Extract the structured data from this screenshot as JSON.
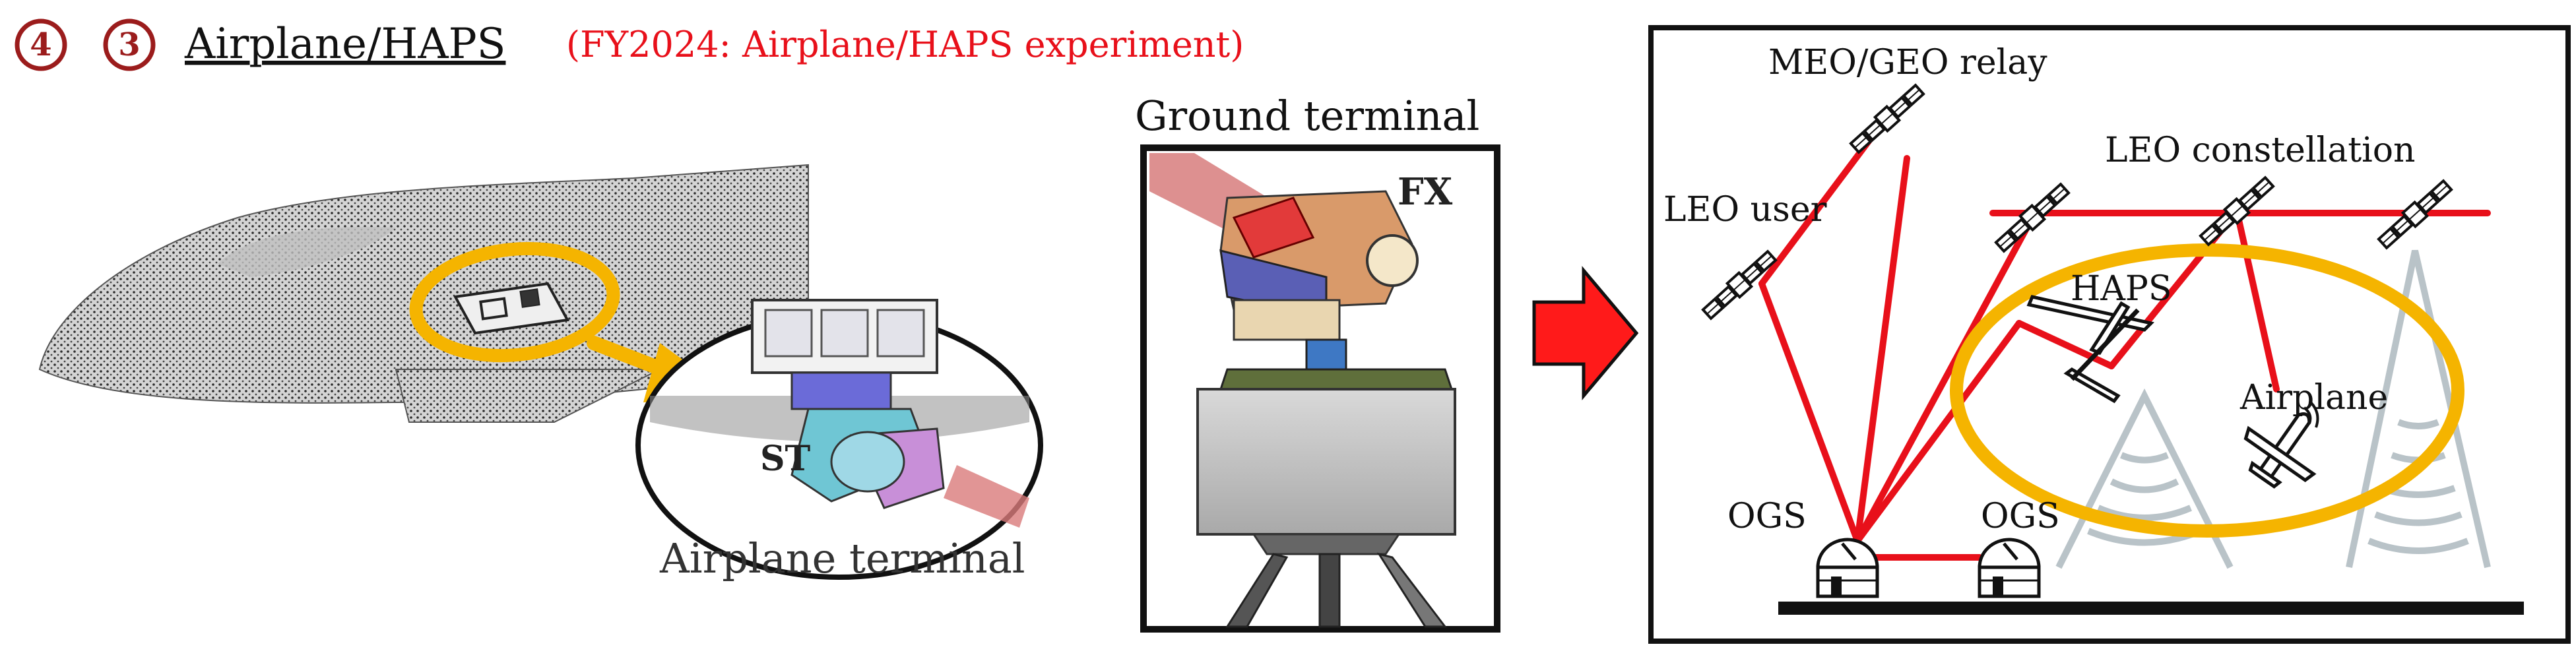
{
  "header": {
    "badge_4": "4",
    "badge_3": "3",
    "title": "Airplane/HAPS",
    "subtitle": "(FY2024: Airplane/HAPS experiment)"
  },
  "left": {
    "st_label": "ST",
    "caption": "Airplane terminal"
  },
  "ground": {
    "title": "Ground terminal",
    "fx_label": "FX"
  },
  "network": {
    "meo_geo": "MEO/GEO relay",
    "leo_user": "LEO user",
    "leo_constellation": "LEO constellation",
    "haps": "HAPS",
    "airplane": "Airplane",
    "ogs_left": "OGS",
    "ogs_right": "OGS"
  },
  "colors": {
    "red": "#e8101a",
    "dark_red": "#9b1c1c",
    "orange": "#f5b400",
    "beam_gray": "#b9c3c8"
  }
}
